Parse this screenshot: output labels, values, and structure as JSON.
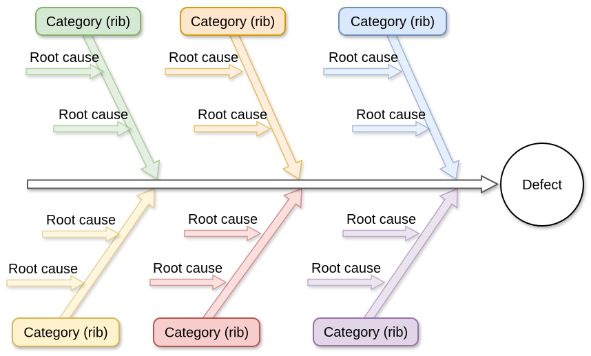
{
  "diagram_type": "fishbone-cause-effect",
  "defect": {
    "label": "Defect",
    "fill": "#ffffff",
    "stroke": "#000000"
  },
  "spine": {
    "fill": "#ffffff",
    "stroke": "#595959"
  },
  "categories": [
    {
      "name": "category-top-left",
      "label": "Category (rib)",
      "fill": "#d5e8d4",
      "stroke": "#82b366",
      "side": "top",
      "root_causes": [
        "Root cause",
        "Root cause"
      ]
    },
    {
      "name": "category-top-center",
      "label": "Category (rib)",
      "fill": "#ffe6cc",
      "stroke": "#d79b00",
      "side": "top",
      "root_causes": [
        "Root cause",
        "Root cause"
      ]
    },
    {
      "name": "category-top-right",
      "label": "Category (rib)",
      "fill": "#dae8fc",
      "stroke": "#6c8ebf",
      "side": "top",
      "root_causes": [
        "Root cause",
        "Root cause"
      ]
    },
    {
      "name": "category-bottom-left",
      "label": "Category (rib)",
      "fill": "#fff2cc",
      "stroke": "#d6b656",
      "side": "bottom",
      "root_causes": [
        "Root cause",
        "Root cause"
      ]
    },
    {
      "name": "category-bottom-center",
      "label": "Category (rib)",
      "fill": "#f8cecc",
      "stroke": "#b85450",
      "side": "bottom",
      "root_causes": [
        "Root cause",
        "Root cause"
      ]
    },
    {
      "name": "category-bottom-right",
      "label": "Category (rib)",
      "fill": "#e1d5e7",
      "stroke": "#9673a6",
      "side": "bottom",
      "root_causes": [
        "Root cause",
        "Root cause"
      ]
    }
  ]
}
